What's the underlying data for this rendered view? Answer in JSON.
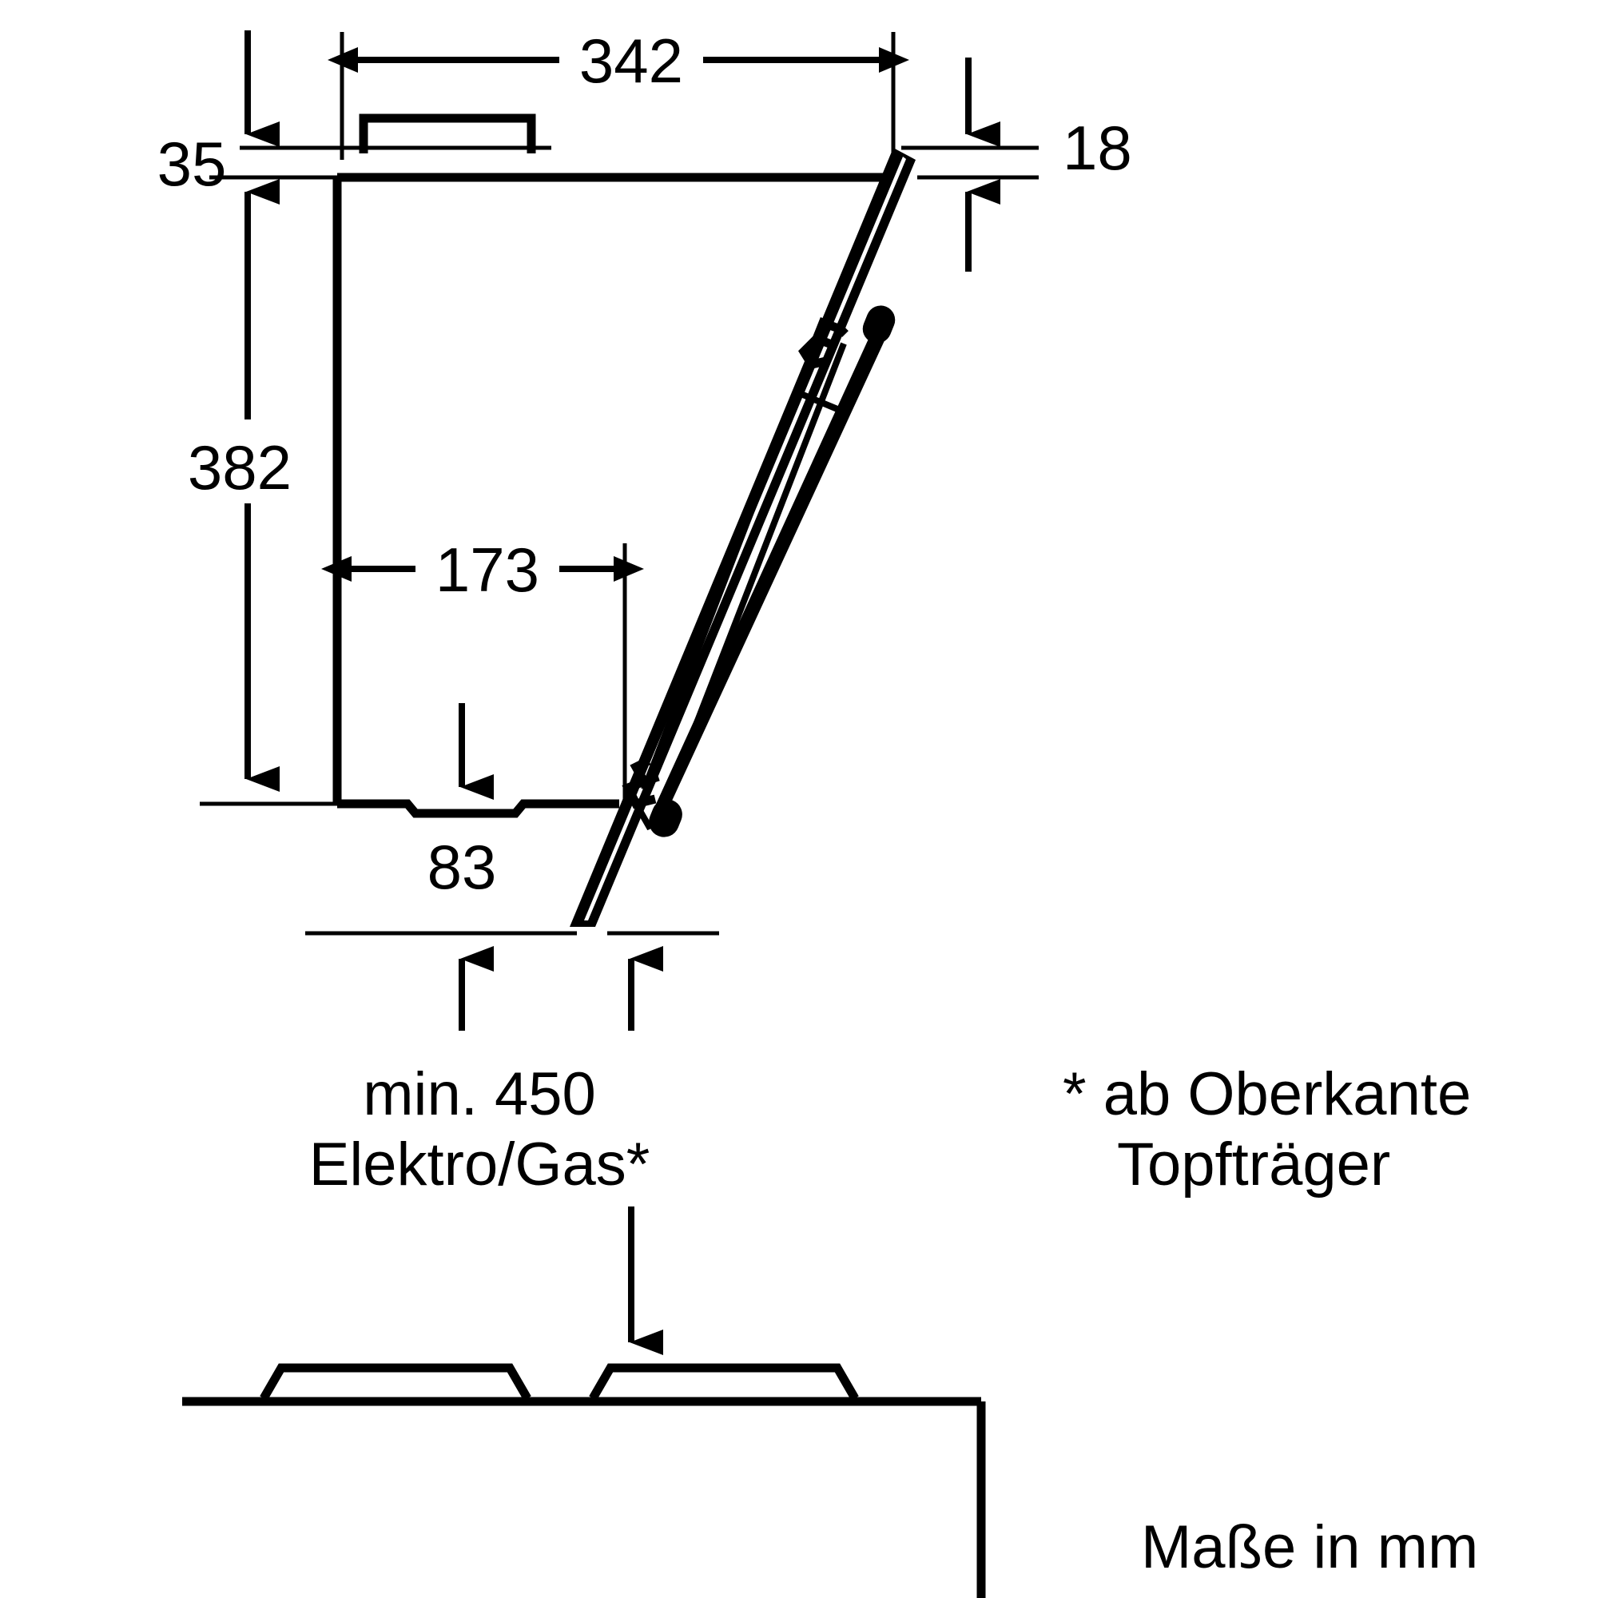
{
  "drawing": {
    "kind": "technical-dimension-drawing",
    "subject": "inclined glass wall-mounted cooker hood, side elevation with hob",
    "background_color": "#ffffff",
    "line_color": "#000000"
  },
  "dimensions": {
    "width_top": "342",
    "height_top_offset": "35",
    "glass_thickness": "18",
    "body_height": "382",
    "body_depth_inner": "173",
    "bottom_offset": "83"
  },
  "labels": {
    "min_distance_line1": "min. 450",
    "min_distance_line2": "Elektro/Gas*",
    "footnote_line1": "* ab Oberkante",
    "footnote_line2": "Topfträger",
    "units_note": "Maße in mm"
  },
  "units": "mm"
}
